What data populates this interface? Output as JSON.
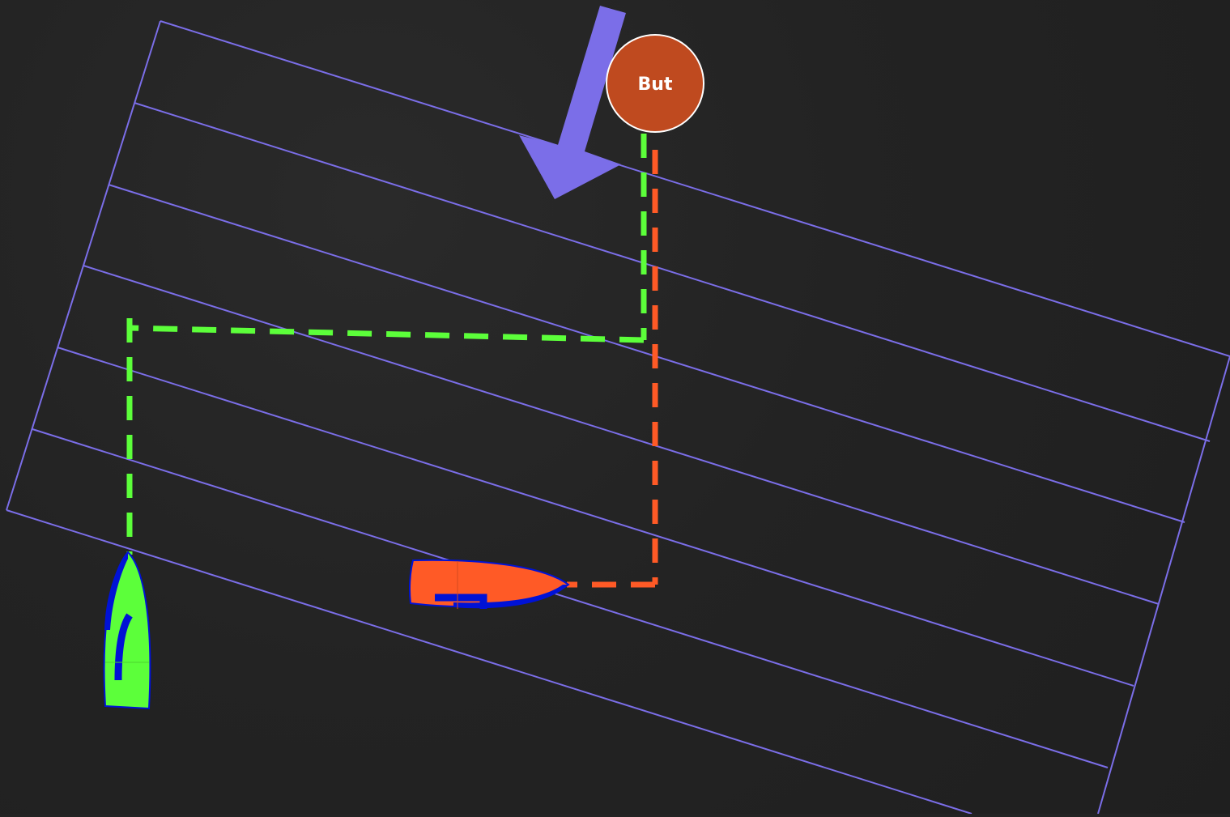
{
  "mark": {
    "label": "But"
  },
  "colors": {
    "background": "#232323",
    "ladder_lines": "#7b6ee8",
    "wind_arrow": "#7b6ee8",
    "mark_fill": "#bf4a1f",
    "mark_stroke": "#ffffff",
    "green_boat": "#5cff3a",
    "orange_boat": "#ff5a26",
    "boat_outline": "#0012d6",
    "green_path": "#5cff3a",
    "orange_path": "#ff5a26"
  },
  "icons": {
    "wind": "wind-arrow-icon",
    "green_boat": "sailboat-icon",
    "orange_boat": "sailboat-icon"
  },
  "diagram": {
    "ladder_rung_count": 6,
    "boat_count": 2
  }
}
